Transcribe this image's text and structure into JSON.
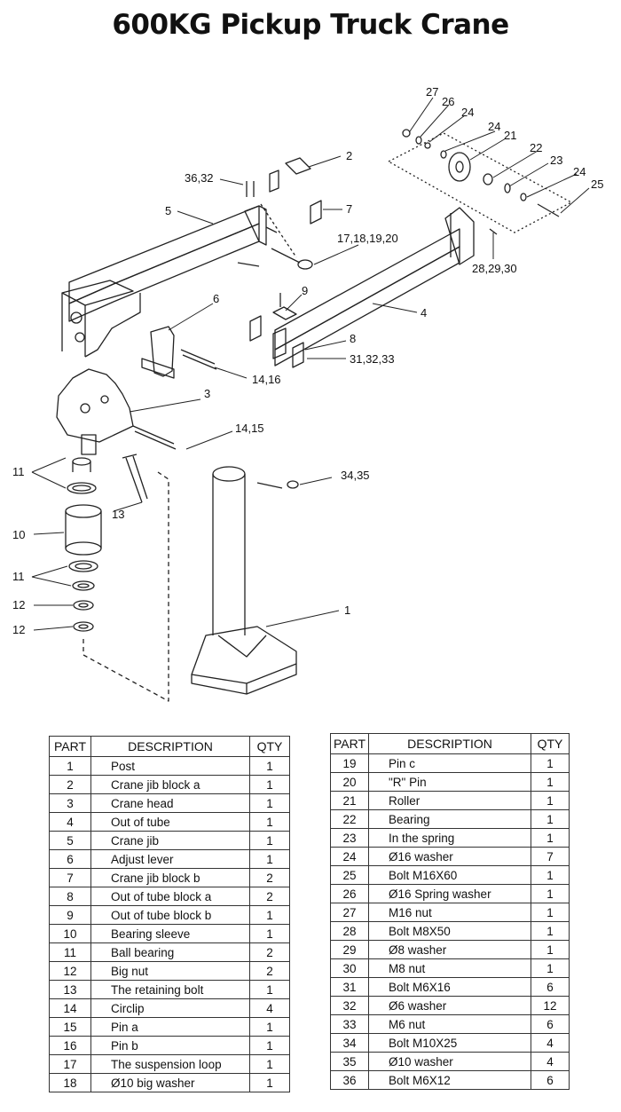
{
  "title": "600KG Pickup Truck Crane",
  "diagram": {
    "callouts": [
      "27",
      "26",
      "24",
      "24",
      "21",
      "22",
      "23",
      "24",
      "25",
      "2",
      "36,32",
      "7",
      "5",
      "17,18,19,20",
      "28,29,30",
      "9",
      "6",
      "4",
      "8",
      "31,32,33",
      "14,16",
      "3",
      "14,15",
      "11",
      "34,35",
      "13",
      "10",
      "11",
      "12",
      "12",
      "1"
    ]
  },
  "table": {
    "headers": {
      "part": "PART",
      "description": "DESCRIPTION",
      "qty": "QTY"
    },
    "left": [
      {
        "part": "1",
        "desc": "Post",
        "qty": "1"
      },
      {
        "part": "2",
        "desc": "Crane jib block  a",
        "qty": "1"
      },
      {
        "part": "3",
        "desc": "Crane head",
        "qty": "1"
      },
      {
        "part": "4",
        "desc": "Out of tube",
        "qty": "1"
      },
      {
        "part": "5",
        "desc": "Crane jib",
        "qty": "1"
      },
      {
        "part": "6",
        "desc": "Adjust lever",
        "qty": "1"
      },
      {
        "part": "7",
        "desc": "Crane jib block  b",
        "qty": "2"
      },
      {
        "part": "8",
        "desc": "Out of tube block  a",
        "qty": "2"
      },
      {
        "part": "9",
        "desc": "Out of tube block  b",
        "qty": "1"
      },
      {
        "part": "10",
        "desc": "Bearing sleeve",
        "qty": "1"
      },
      {
        "part": "11",
        "desc": "Ball bearing",
        "qty": "2"
      },
      {
        "part": "12",
        "desc": "Big nut",
        "qty": "2"
      },
      {
        "part": "13",
        "desc": "The retaining bolt",
        "qty": "1"
      },
      {
        "part": "14",
        "desc": "Circlip",
        "qty": "4"
      },
      {
        "part": "15",
        "desc": "Pin  a",
        "qty": "1"
      },
      {
        "part": "16",
        "desc": "Pin  b",
        "qty": "1"
      },
      {
        "part": "17",
        "desc": "The suspension loop",
        "qty": "1"
      },
      {
        "part": "18",
        "desc": "Ø10 big washer",
        "qty": "1"
      }
    ],
    "right": [
      {
        "part": "19",
        "desc": "Pin  c",
        "qty": "1"
      },
      {
        "part": "20",
        "desc": "\"R\"  Pin",
        "qty": "1"
      },
      {
        "part": "21",
        "desc": "Roller",
        "qty": "1"
      },
      {
        "part": "22",
        "desc": "Bearing",
        "qty": "1"
      },
      {
        "part": "23",
        "desc": "In the spring",
        "qty": "1"
      },
      {
        "part": "24",
        "desc": "Ø16 washer",
        "qty": "7"
      },
      {
        "part": "25",
        "desc": "Bolt  M16X60",
        "qty": "1"
      },
      {
        "part": "26",
        "desc": "Ø16 Spring washer",
        "qty": "1"
      },
      {
        "part": "27",
        "desc": "M16 nut",
        "qty": "1"
      },
      {
        "part": "28",
        "desc": "Bolt  M8X50",
        "qty": "1"
      },
      {
        "part": "29",
        "desc": "Ø8 washer",
        "qty": "1"
      },
      {
        "part": "30",
        "desc": "M8 nut",
        "qty": "1"
      },
      {
        "part": "31",
        "desc": "Bolt  M6X16",
        "qty": "6"
      },
      {
        "part": "32",
        "desc": "Ø6 washer",
        "qty": "12"
      },
      {
        "part": "33",
        "desc": "M6 nut",
        "qty": "6"
      },
      {
        "part": "34",
        "desc": "Bolt  M10X25",
        "qty": "4"
      },
      {
        "part": "35",
        "desc": "Ø10 washer",
        "qty": "4"
      },
      {
        "part": "36",
        "desc": "Bolt  M6X12",
        "qty": "6"
      }
    ]
  }
}
